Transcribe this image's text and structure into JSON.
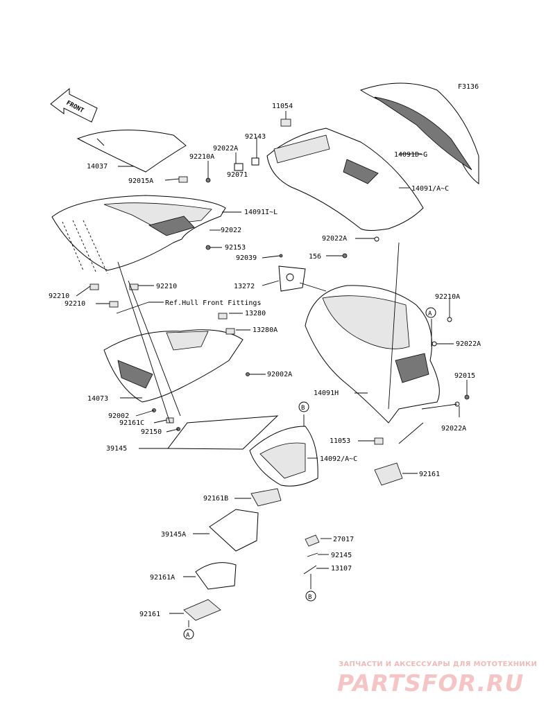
{
  "diagram_code": "F3136",
  "front_arrow": "FRONT",
  "ref_note": "Ref.Hull Front Fittings",
  "callouts": [
    "11054",
    "92143",
    "92022A",
    "92210A",
    "92071",
    "14037",
    "92015A",
    "14091I~L",
    "92022",
    "92153",
    "92039",
    "13272",
    "92210",
    "92210",
    "92210",
    "13280",
    "13280A",
    "92002A",
    "14073",
    "92002",
    "92161C",
    "92150",
    "39145",
    "14092/A~C",
    "92161B",
    "39145A",
    "92161A",
    "92161",
    "14091D~G",
    "14091/A~C",
    "92022A",
    "156",
    "92210A",
    "92022A",
    "14091H",
    "92015",
    "92022A",
    "11053",
    "92161",
    "27017",
    "92145",
    "13107"
  ],
  "circle_markers": [
    "A",
    "A",
    "B",
    "B"
  ],
  "watermark": {
    "top_text": "ЗАПЧАСТИ И АКСЕССУАРЫ ДЛЯ МОТОТЕХНИКИ",
    "logo_text": "PARTSFOR.RU"
  }
}
